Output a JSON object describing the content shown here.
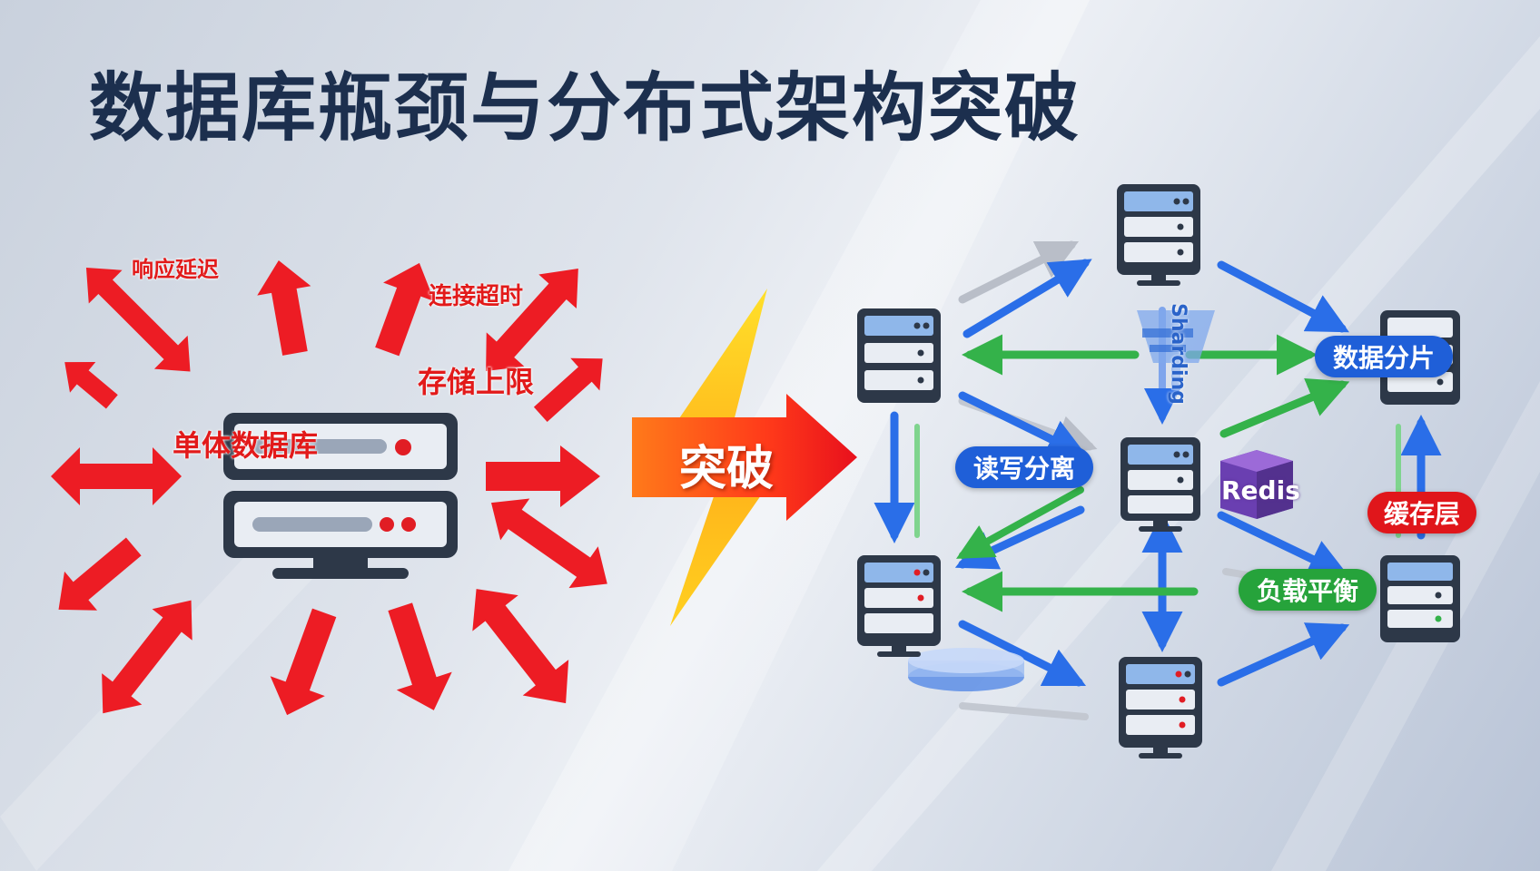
{
  "title": "数据库瓶颈与分布式架构突破",
  "left": {
    "labels": {
      "response_delay": "响应延迟",
      "connection_timeout": "连接超时",
      "storage_limit": "存储上限",
      "monolithic_db": "单体数据库"
    }
  },
  "center": {
    "breakthrough": "突破"
  },
  "right": {
    "sharding_label": "数据分片",
    "sharding_text": "Sharding",
    "read_write_split": "读写分离",
    "cache_layer": "缓存层",
    "redis_text": "Redis",
    "load_balancing": "负载平衡"
  },
  "colors": {
    "red": "#ed1c24",
    "blue": "#2a6ee8",
    "green": "#34b24a",
    "server_frame": "#2d3848",
    "title": "#1c2f4e"
  }
}
